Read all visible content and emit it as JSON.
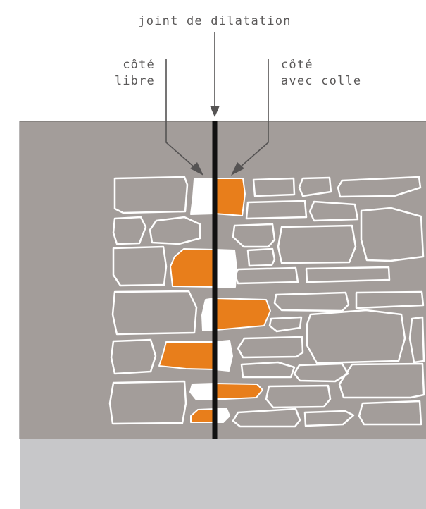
{
  "labels": {
    "joint": "joint de dilatation",
    "free_side_line1": "côté",
    "free_side_line2": "libre",
    "glued_side_line1": "côté",
    "glued_side_line2": "avec colle"
  },
  "colors": {
    "wall": "#a39d9a",
    "ground": "#c7c7c9",
    "joint": "#111111",
    "glue_side": "#e87e1b",
    "free_side": "#ffffff",
    "text": "#5a5858"
  }
}
